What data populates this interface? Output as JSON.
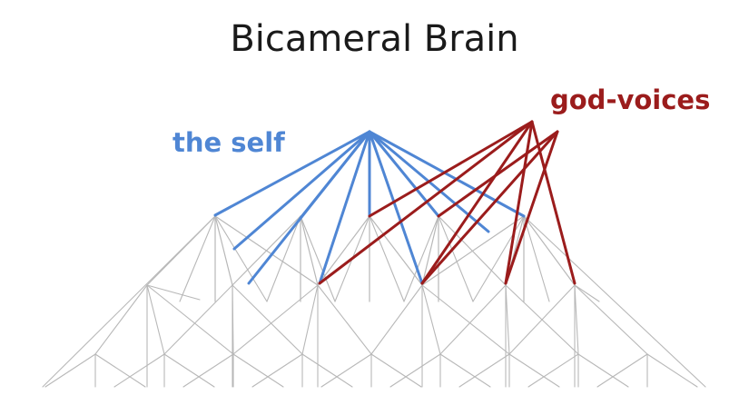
{
  "title": "Bicameral Brain",
  "labels": {
    "self": "the self",
    "god": "god-voices"
  },
  "colors": {
    "self": "#4f86d4",
    "god": "#9b1c1c",
    "lattice": "#b8b8b8"
  },
  "self_connections": 9,
  "god_connections": 8
}
